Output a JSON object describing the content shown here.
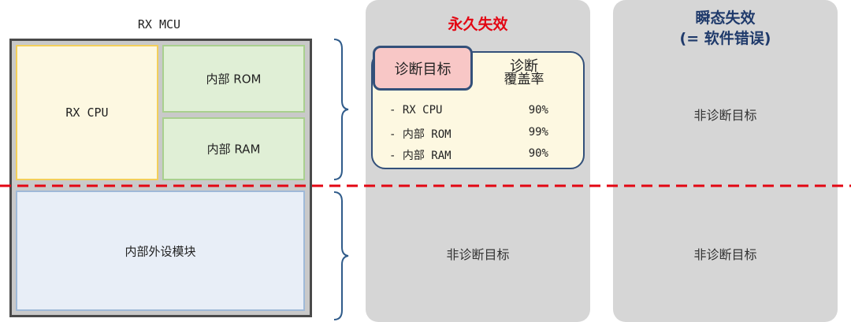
{
  "mcu": {
    "title": "RX MCU",
    "cpu_label": "RX CPU",
    "rom_label": "内部 ROM",
    "ram_label": "内部 RAM",
    "peripheral_label": "内部外设模块"
  },
  "permanent_failure": {
    "title": "永久失效",
    "target_tag": "诊断目标",
    "coverage_title_line1": "诊断",
    "coverage_title_line2": "覆盖率",
    "rows": [
      {
        "name": "- RX CPU",
        "coverage": "90%"
      },
      {
        "name": "- 内部 ROM",
        "coverage": "99%"
      },
      {
        "name": "- 内部 RAM",
        "coverage": "90%"
      }
    ],
    "lower_label": "非诊断目标"
  },
  "transient_failure": {
    "title_line1": "瞬态失效",
    "title_line2": "(= 软件错误)",
    "upper_label": "非诊断目标",
    "lower_label": "非诊断目标"
  },
  "colors": {
    "divider": "#e30613",
    "bracket": "#2f5b8a",
    "tag_fill": "#f8c7c6",
    "cpu_fill": "#fdf8e1",
    "memory_fill": "#e0efd6",
    "peripheral_fill": "#e8eef7"
  }
}
